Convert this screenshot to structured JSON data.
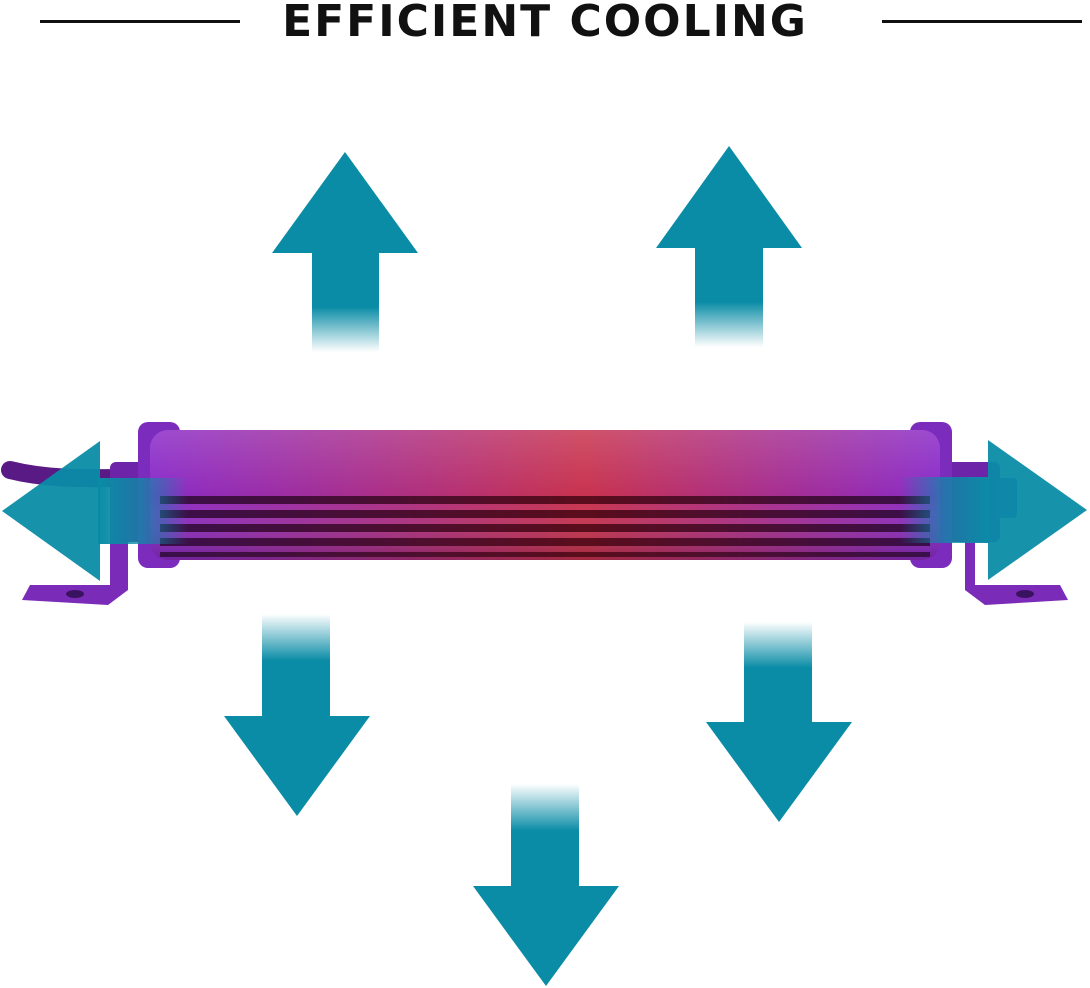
{
  "header": {
    "title": "EFFICIENT COOLING"
  },
  "colors": {
    "arrow": "#0A8CA6",
    "tube_edge": "#8A2BC9",
    "tube_hot": "#C8334E",
    "fins": "#1A0A22"
  },
  "illustration": {
    "subject": "light bar tube with heat sink fins",
    "arrows": [
      "arrow-up-left",
      "arrow-up-right",
      "arrow-left",
      "arrow-right",
      "arrow-down-left",
      "arrow-down-right",
      "arrow-down-center"
    ]
  }
}
